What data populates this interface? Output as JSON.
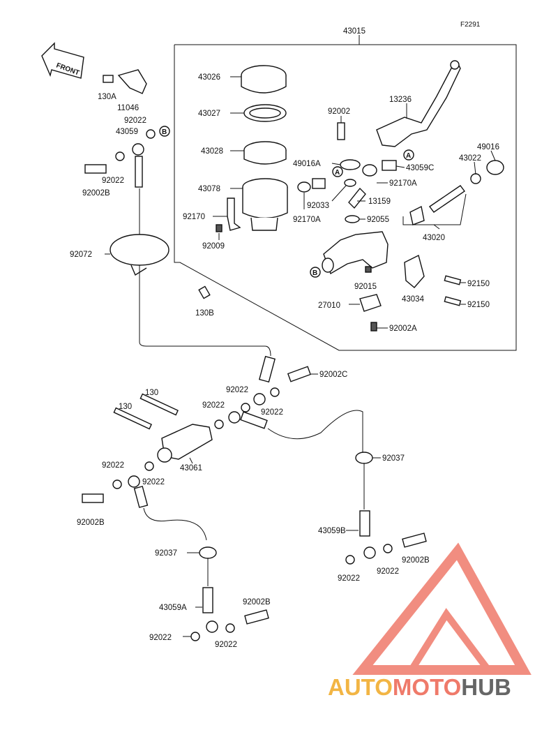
{
  "figure_code": "F2291",
  "front_label": "FRONT",
  "callout_a": "A",
  "callout_b": "B",
  "labels": {
    "p43015": "43015",
    "p43026": "43026",
    "p43027": "43027",
    "p43028": "43028",
    "p43078": "43078",
    "p92170": "92170",
    "p92009": "92009",
    "p13236": "13236",
    "p92002": "92002",
    "p49016": "49016",
    "p49016A": "49016A",
    "p43022": "43022",
    "p43059C": "43059C",
    "p92170A_1": "92170A",
    "p92170A_2": "92170A",
    "p92033": "92033",
    "p13159": "13159",
    "p92055": "92055",
    "p43020": "43020",
    "p92015": "92015",
    "p43034": "43034",
    "p92150_1": "92150",
    "p92150_2": "92150",
    "p27010": "27010",
    "p92002A": "92002A",
    "p130A": "130A",
    "p11046": "11046",
    "p92022_a": "92022",
    "p43059": "43059",
    "p92022_b": "92022",
    "p92002B_a": "92002B",
    "p92072": "92072",
    "p130B": "130B",
    "p92002C": "92002C",
    "p92022_c": "92022",
    "p92022_d": "92022",
    "p92022_e": "92022",
    "p130_1": "130",
    "p130_2": "130",
    "p43061": "43061",
    "p92022_f": "92022",
    "p92022_g": "92022",
    "p92002B_b": "92002B",
    "p92037_a": "92037",
    "p92037_b": "92037",
    "p43059B": "43059B",
    "p92022_h": "92022",
    "p92022_i": "92022",
    "p92002B_c": "92002B",
    "p43059A": "43059A",
    "p92002B_d": "92002B",
    "p92022_j": "92022",
    "p92022_k": "92022"
  },
  "watermark": {
    "part1": "AUTO",
    "part2": "MOTO",
    "part3": "HUB",
    "colors": {
      "auto": "#f2b544",
      "moto": "#ef7a6a",
      "hub": "#666666"
    }
  }
}
